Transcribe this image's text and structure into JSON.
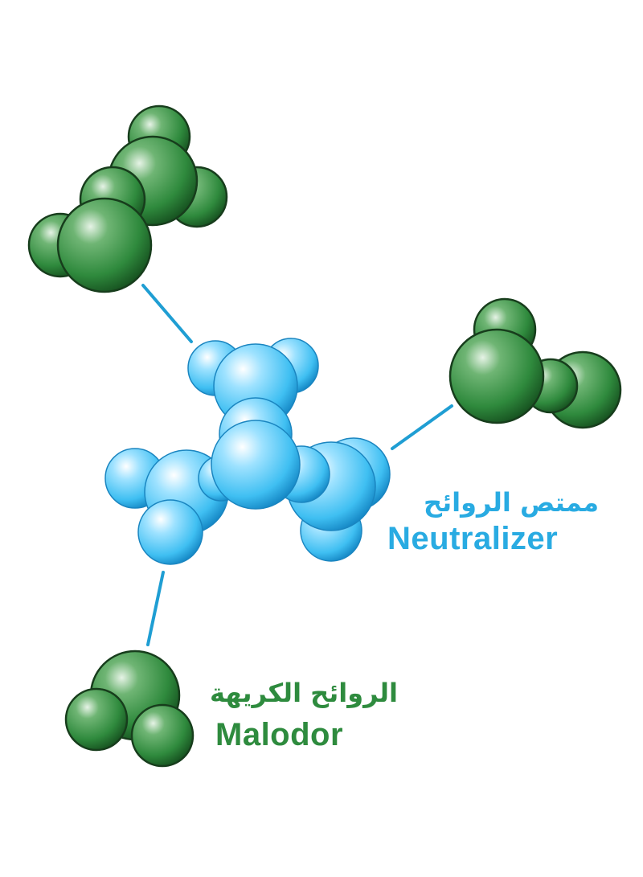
{
  "labels": {
    "neutralizer_ar": "ممتص الروائح",
    "neutralizer_en": "Neutralizer",
    "malodor_ar": "الروائح الكريهة",
    "malodor_en": "Malodor"
  },
  "colors": {
    "neutralizer": "#29abe2",
    "malodor": "#2e8b3e",
    "bond_line": "#1f9ed3"
  }
}
